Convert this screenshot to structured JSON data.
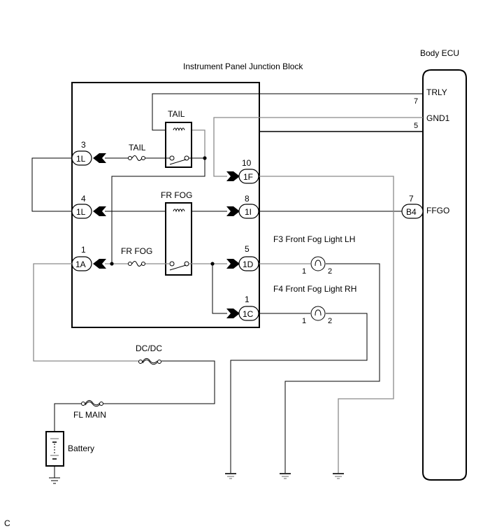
{
  "diagram": {
    "junction_block_title": "Instrument Panel Junction Block",
    "ecu_title": "Body ECU",
    "ecu_pins": [
      {
        "name": "TRLY",
        "pin": "7"
      },
      {
        "name": "GND1",
        "pin": "5"
      },
      {
        "name": "FFGO",
        "pin": "7",
        "connector": "B4"
      }
    ],
    "relays": [
      {
        "name": "TAIL"
      },
      {
        "name": "FR FOG"
      }
    ],
    "fuses": [
      {
        "name": "TAIL"
      },
      {
        "name": "FR FOG"
      },
      {
        "name": "DC/DC"
      },
      {
        "name": "FL MAIN"
      }
    ],
    "left_connectors": [
      {
        "id": "1L",
        "pin": "3"
      },
      {
        "id": "1L",
        "pin": "4"
      },
      {
        "id": "1A",
        "pin": "1"
      }
    ],
    "right_connectors": [
      {
        "id": "1F",
        "pin": "10"
      },
      {
        "id": "1I",
        "pin": "8"
      },
      {
        "id": "1D",
        "pin": "5"
      },
      {
        "id": "1C",
        "pin": "1"
      }
    ],
    "lamps": [
      {
        "name": "F3 Front Fog Light LH",
        "pin_left": "1",
        "pin_right": "2"
      },
      {
        "name": "F4 Front Fog Light RH",
        "pin_left": "1",
        "pin_right": "2"
      }
    ],
    "battery_label": "Battery",
    "corner_label": "C"
  }
}
